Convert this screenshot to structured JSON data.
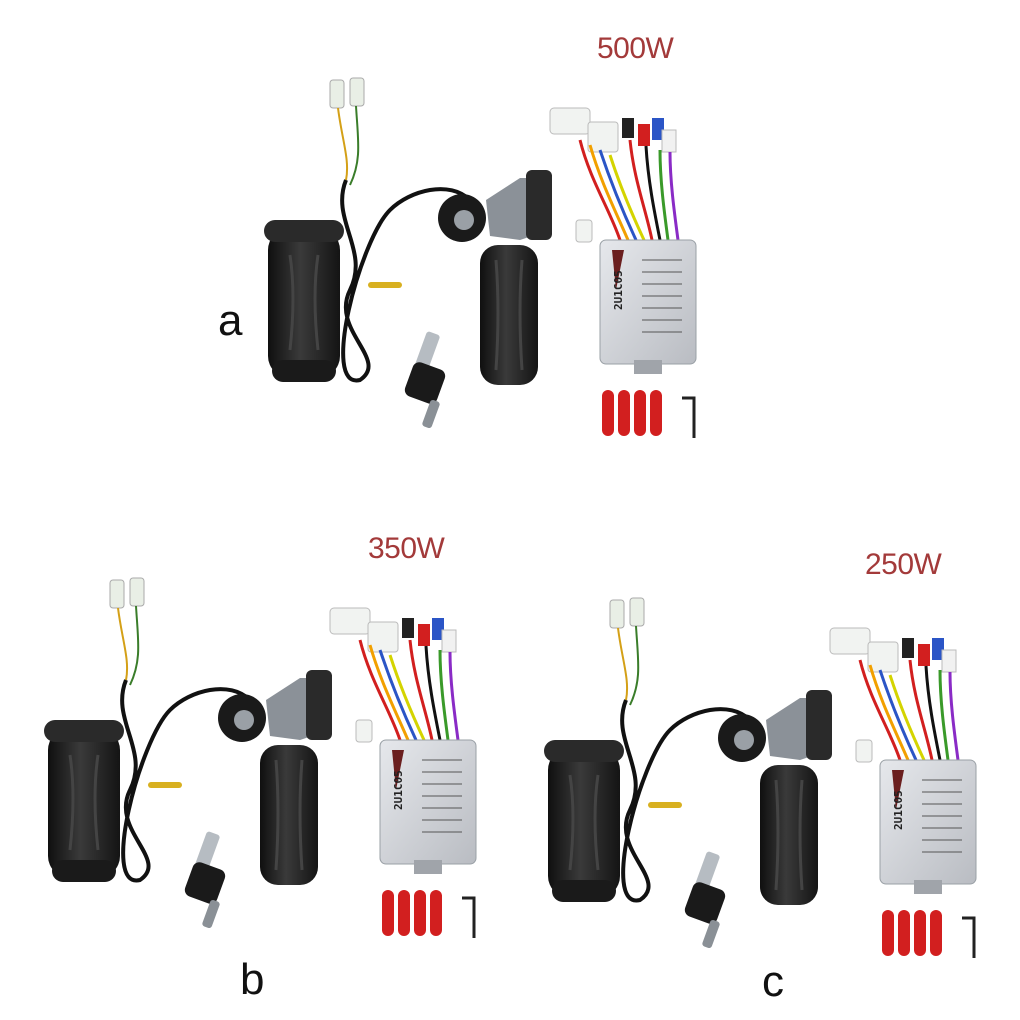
{
  "kits": [
    {
      "id": "a",
      "letter": "a",
      "wattage": "500W",
      "controller_code": "2U1C05"
    },
    {
      "id": "b",
      "letter": "b",
      "wattage": "350W",
      "controller_code": "2U1C05"
    },
    {
      "id": "c",
      "letter": "c",
      "wattage": "250W",
      "controller_code": "2U1C05"
    }
  ],
  "colors": {
    "wattage_text": "#a33a3a",
    "grip_body": "#1f1f1f",
    "controller_body": "#d4d6da",
    "reflector_red": "#d21f1f",
    "binding_tie": "#d8b020"
  },
  "icons": [
    "handle-grip-icon",
    "throttle-grip-icon",
    "key-switch-icon",
    "key-icon",
    "controller-box-icon",
    "reflector-strips-icon",
    "allen-key-icon",
    "connector-plug-icon"
  ]
}
